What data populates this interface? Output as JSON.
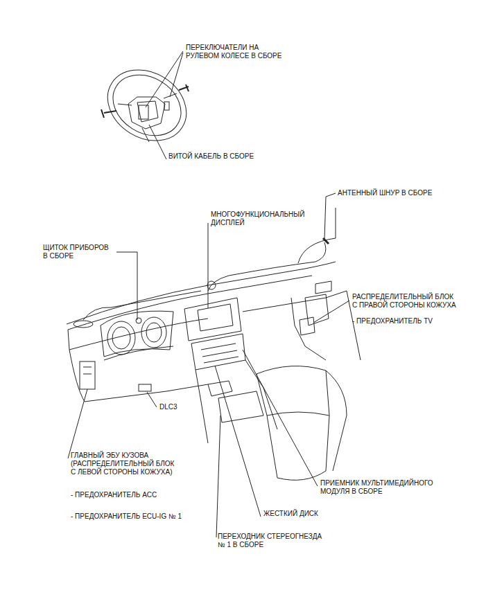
{
  "diagram": {
    "labels": [
      "ПЕРЕКЛЮЧАТЕЛИ НА РУЛЕВОМ КОЛЕСЕ В СБОРЕ",
      "ВИТОЙ КАБЕЛЬ В СБОРЕ",
      "АНТЕННЫЙ ШНУР В СБОРЕ",
      "МНОГОФУНКЦИОНАЛЬНЫЙ ДИСПЛЕЙ",
      "ЩИТОК ПРИБОРОВ В СБОРЕ",
      "РАСПРЕДЕЛИТЕЛЬНЫЙ БЛОК С ПРАВОЙ СТОРОНЫ КОЖУХА",
      "- ПРЕДОХРАНИТЕЛЬ TV",
      "DLC3",
      "ГЛАВНЫЙ ЭБУ КУЗОВА (РАСПРЕДЕЛИТЕЛЬНЫЙ БЛОК С ЛЕВОЙ СТОРОНЫ КОЖУХА)",
      "- ПРЕДОХРАНИТЕЛЬ ACC",
      "- ПРЕДОХРАНИТЕЛЬ ECU-IG № 1",
      "ПРИЕМНИК МУЛЬТИМЕДИЙНОГО МОДУЛЯ В СБОРЕ",
      "ЖЕСТКИЙ ДИСК",
      "ПЕРЕХОДНИК СТЕРЕОГНЕЗДА № 1 В СБОРЕ"
    ]
  }
}
